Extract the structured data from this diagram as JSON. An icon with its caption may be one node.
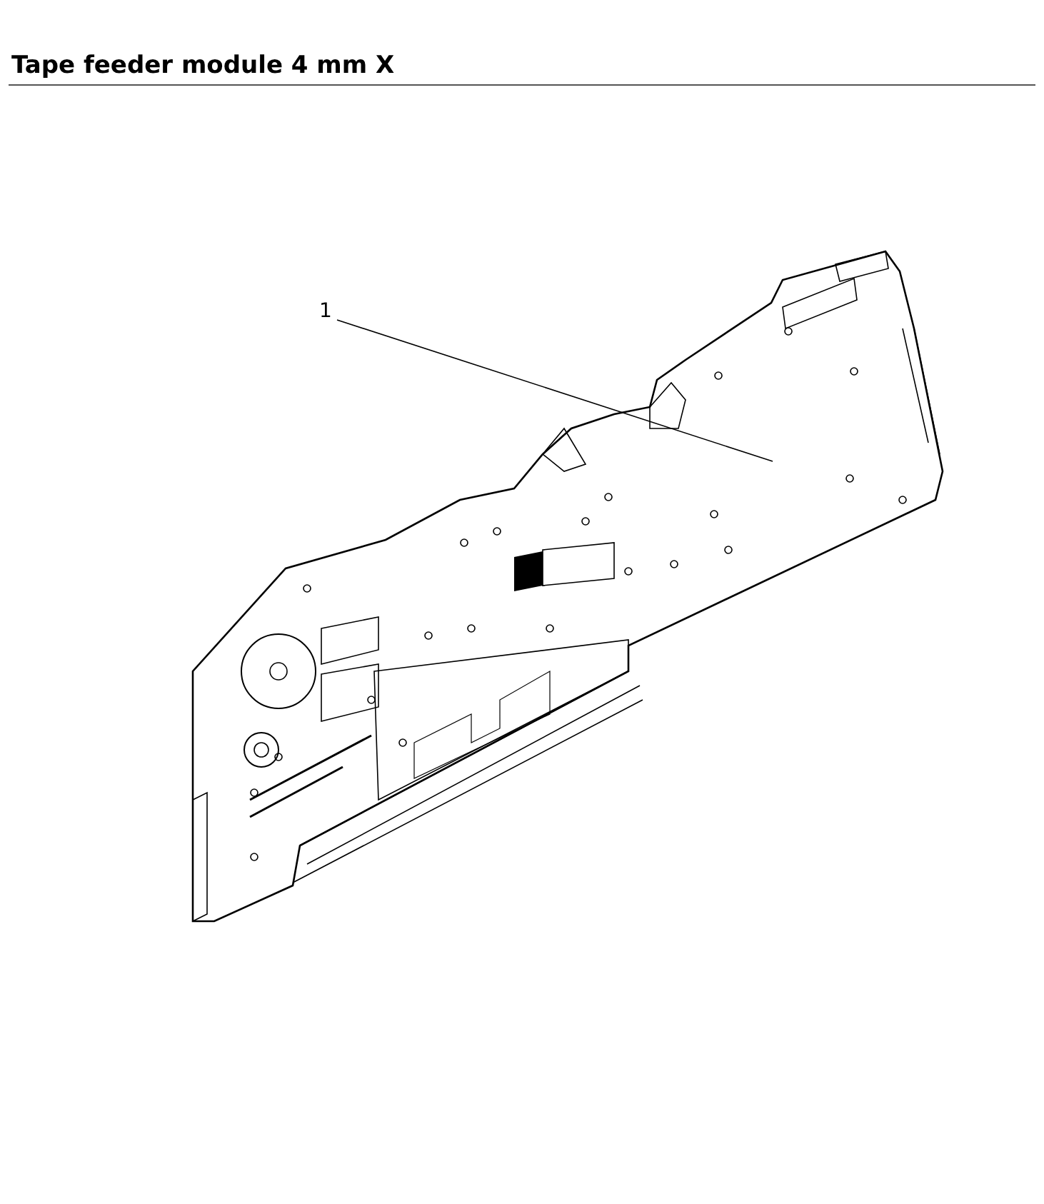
{
  "diagram": {
    "title": "Tape feeder module 4 mm X",
    "nodes": [
      {
        "text": [
          "1"
        ]
      },
      {
        "text": [],
        "shape": "picture"
      }
    ],
    "edges": [
      {
        "from": 0,
        "to": 1,
        "arrow": "none"
      }
    ]
  }
}
